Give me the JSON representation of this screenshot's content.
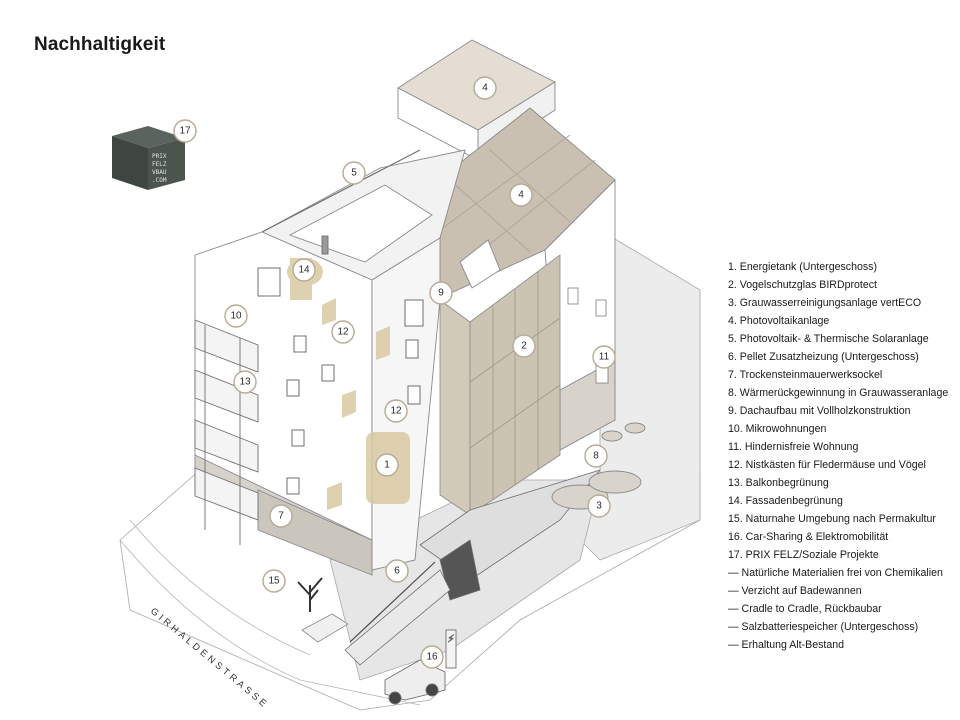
{
  "title": "Nachhaltigkeit",
  "legend": [
    "1. Energietank (Untergeschoss)",
    "2. Vogelschutzglas BIRDprotect",
    "3. Grauwasserreinigungsanlage vertECO",
    "4. Photovoltaikanlage",
    "5. Photovoltaik- & Thermische Solaranlage",
    "6. Pellet Zusatzheizung (Untergeschoss)",
    "7. Trockensteinmauerwerksockel",
    "8. Wärmerückgewinnung in Grauwasseranlage",
    "9. Dachaufbau mit Vollholzkonstruktion",
    "10. Mikrowohnungen",
    "11. Hindernisfreie Wohnung",
    "12. Nistkästen für Fledermäuse und Vögel",
    "13. Balkonbegrünung",
    "14. Fassadenbegrünung",
    "15. Naturnahe Umgebung nach Permakultur",
    "16. Car-Sharing & Elektromobilität",
    "17. PRIX FELZ/Soziale Projekte",
    "—  Natürliche Materialien frei von Chemikalien",
    "—  Verzicht auf Badewannen",
    "—  Cradle to Cradle, Rückbaubar",
    "—  Salzbatteriespeicher (Untergeschoss)",
    "—  Erhaltung Alt-Bestand"
  ],
  "street_name": "GIRHALDENSTRASSE",
  "cube_lines": [
    "PRIX",
    "FELZ",
    "VBAU",
    ".COM"
  ],
  "markers": [
    "17",
    "4",
    "5",
    "4",
    "14",
    "9",
    "10",
    "12",
    "2",
    "11",
    "13",
    "12",
    "1",
    "8",
    "3",
    "7",
    "6",
    "15",
    "16"
  ],
  "colors": {
    "wall": "#ffffff",
    "outline": "#8a8a8a",
    "roof": "#c9c0b1",
    "facade_green": "#d9c9a2",
    "glass": "#cfc7b6",
    "stone": "#d7d3cc",
    "ground": "#ececec",
    "cube": "#4a524c",
    "marker_ring": "#b6aa95"
  }
}
